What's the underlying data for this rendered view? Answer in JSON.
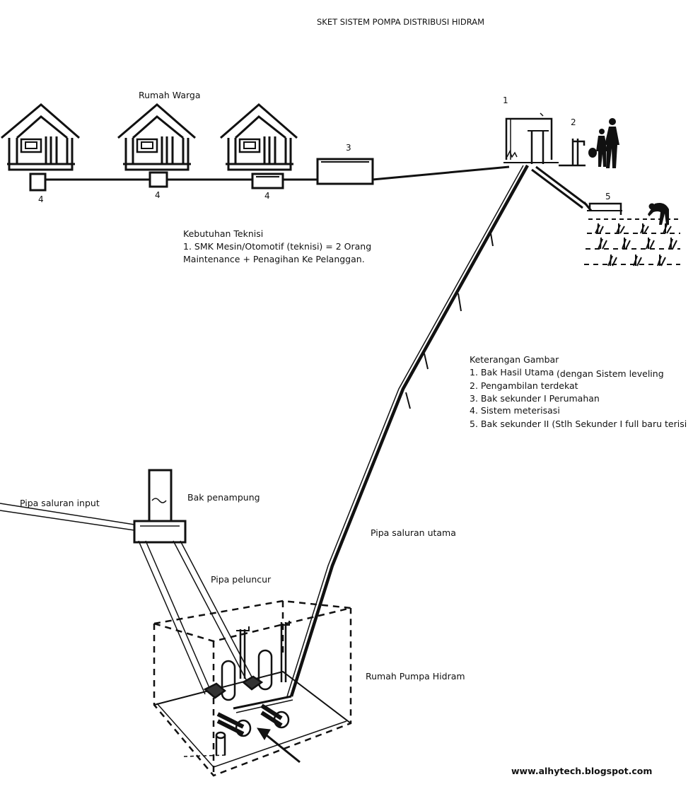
{
  "title": "SKET SISTEM POMPA DISTRIBUSI HIDRAM",
  "houses_label": "Rumah Warga",
  "numbers": {
    "n1": "1",
    "n2": "2",
    "n3": "3",
    "n4a": "4",
    "n4b": "4",
    "n4c": "4",
    "n5": "5"
  },
  "technician_needs": {
    "heading": "Kebutuhan Teknisi",
    "line1": "1. SMK Mesin/Otomotif (teknisi) = 2 Orang",
    "line2": "Maintenance + Penagihan Ke Pelanggan."
  },
  "legend": {
    "heading": "Keterangan Gambar",
    "item1": "1. Bak Hasil Utama",
    "item1_note": "(dengan Sistem leveling",
    "item2": "2. Pengambilan terdekat",
    "item3": "3. Bak sekunder I Perumahan",
    "item4": "4. Sistem meterisasi",
    "item5": "5. Bak sekunder II (Stlh Sekunder I full baru terisi"
  },
  "components": {
    "input_pipe": "Pipa saluran input",
    "tank": "Bak penampung",
    "main_pipe": "Pipa saluran utama",
    "drop_pipe": "Pipa peluncur",
    "pump_house": "Rumah Pumpa Hidram"
  },
  "website": "www.alhytech.blogspot.com"
}
